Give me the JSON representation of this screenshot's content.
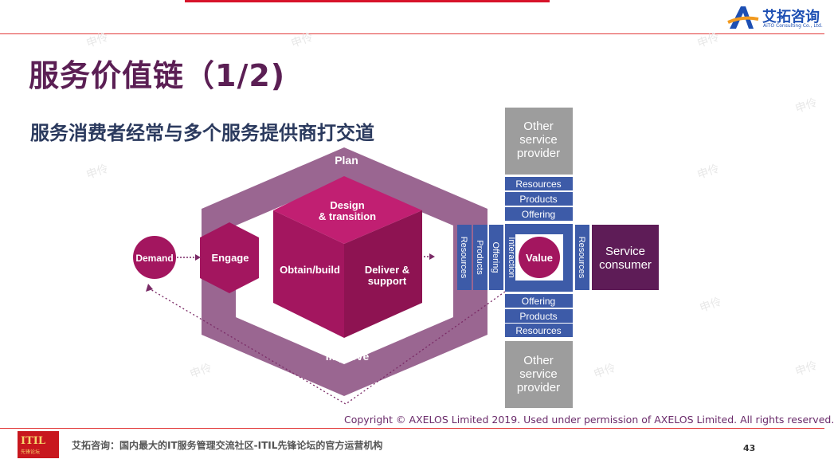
{
  "slide": {
    "title": "服务价值链（1/2)",
    "subtitle": "服务消费者经常与多个服务提供商打交道",
    "page_number": "43",
    "copyright": "Copyright © AXELOS Limited 2019. Used under permission of AXELOS Limited. All rights reserved.",
    "footer": "艾拓咨询：国内最大的IT服务管理交流社区-ITIL先锋论坛的官方运营机构",
    "watermark": "申伶"
  },
  "logo": {
    "name": "艾拓咨询",
    "tagline": "AiTO Consulting Co., Ltd."
  },
  "badge": {
    "text": "ITIL",
    "sub": "先锋论坛"
  },
  "diagram": {
    "plan": "Plan",
    "improve": "Improve",
    "design_line1": "Design",
    "design_line2": "& transition",
    "obtain": "Obtain/build",
    "deliver_line1": "Deliver &",
    "deliver_line2": "support",
    "engage": "Engage",
    "demand": "Demand",
    "value": "Value",
    "interaction": "Interaction",
    "left_bars": [
      "Resources",
      "Products",
      "Offering"
    ],
    "top_stack": [
      "Resources",
      "Products",
      "Offering"
    ],
    "bottom_stack": [
      "Offering",
      "Products",
      "Resources"
    ],
    "right_bar": "Resources",
    "consumer_line1": "Service",
    "consumer_line2": "consumer",
    "provider_line1": "Other",
    "provider_line2": "service",
    "provider_line3": "provider"
  },
  "colors": {
    "title": "#5b1f54",
    "frame": "#9a6691",
    "cube_front": "#a3165f",
    "cube_top": "#c11f72",
    "blue": "#3d5ba8",
    "grey": "#9d9d9d",
    "consumer": "#5e1c57"
  }
}
